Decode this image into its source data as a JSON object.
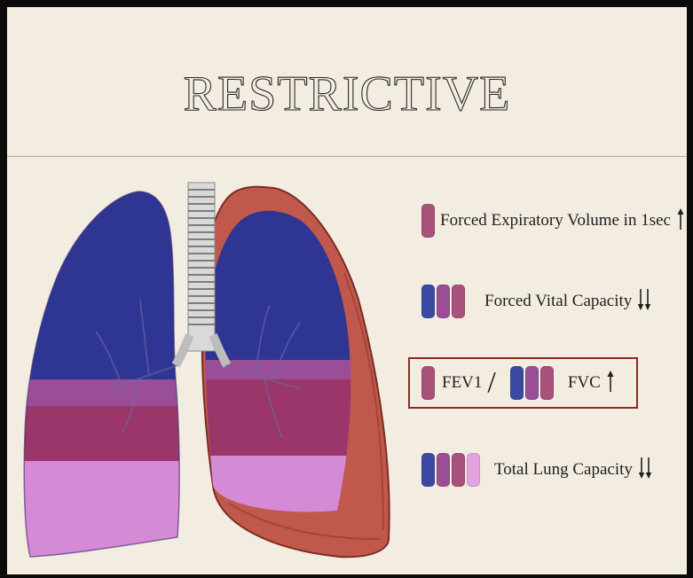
{
  "title": "RESTRICTIVE",
  "colors": {
    "background": "#f3ece1",
    "fev1": "#a8517a",
    "blue": "#3a4aa0",
    "purple": "#9b4e98",
    "mauve": "#a8517a",
    "pink": "#e3a3df",
    "border": "#8e2a26",
    "lung_blue": "#2f3592",
    "lung_magenta": "#9a3669",
    "lung_pink": "#d58ad6",
    "lung_red": "#c0594b"
  },
  "legend": [
    {
      "label": "Forced Expiratory Volume in 1sec",
      "chips": [
        "fev1"
      ],
      "arrows": "up-single"
    },
    {
      "label": "Forced Vital Capacity",
      "chips": [
        "blue",
        "purple",
        "mauve"
      ],
      "arrows": "down-double"
    },
    {
      "label": "Total Lung Capacity",
      "chips": [
        "blue",
        "purple",
        "mauve",
        "pink"
      ],
      "arrows": "down-double"
    }
  ],
  "ratio": {
    "numerator": "FEV1",
    "slash": "/",
    "denominator": "FVC",
    "arrows": "up-single"
  },
  "icons": {
    "up_single": "arrow-up-icon",
    "down_double": "double-arrow-down-icon",
    "lungs": "lungs-icon",
    "trachea": "trachea-icon"
  }
}
